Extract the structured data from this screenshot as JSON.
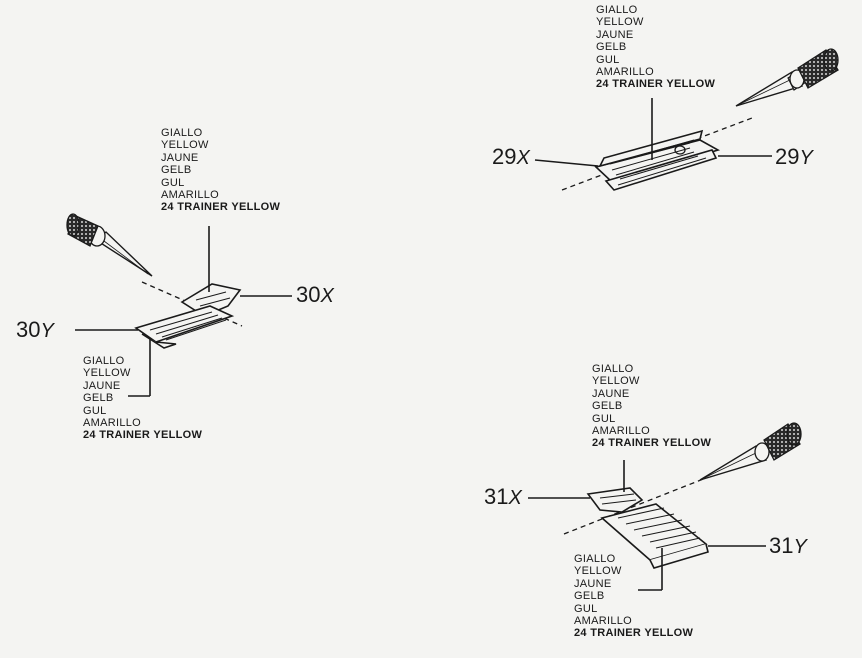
{
  "color_names": [
    "GIALLO",
    "YELLOW",
    "JAUNE",
    "GELB",
    "GUL",
    "AMARILLO"
  ],
  "paint_label": "24 TRAINER YELLOW",
  "parts": {
    "p29x": {
      "num": "29",
      "suffix": "X"
    },
    "p29y": {
      "num": "29",
      "suffix": "Y"
    },
    "p30x": {
      "num": "30",
      "suffix": "X"
    },
    "p30y": {
      "num": "30",
      "suffix": "Y"
    },
    "p31x": {
      "num": "31",
      "suffix": "X"
    },
    "p31y": {
      "num": "31",
      "suffix": "Y"
    }
  },
  "colors": {
    "ink": "#1a1a1a",
    "paper": "#f4f4f2"
  },
  "icons": [
    "hobby-knife-icon"
  ]
}
